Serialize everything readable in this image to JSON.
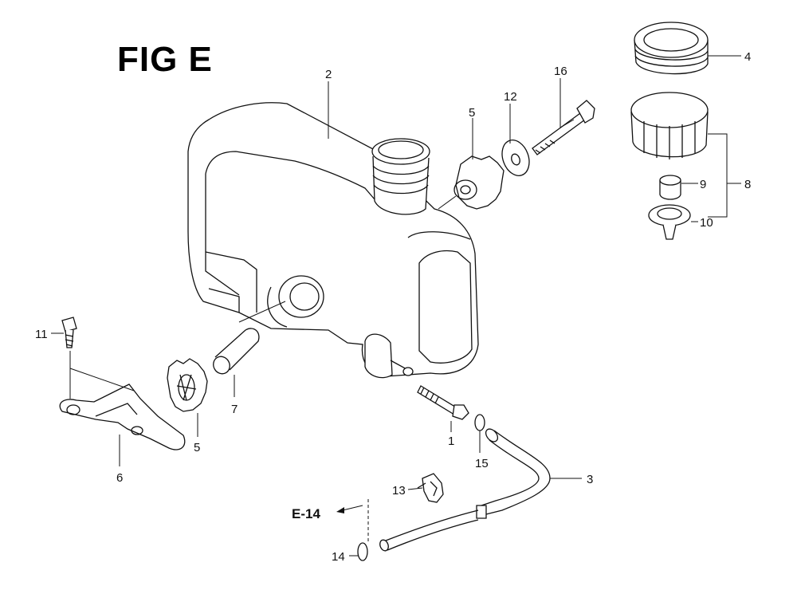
{
  "figure": {
    "title": "FIG E"
  },
  "callouts": {
    "c1": "1",
    "c2": "2",
    "c3": "3",
    "c4": "4",
    "c5a": "5",
    "c5b": "5",
    "c6": "6",
    "c7": "7",
    "c8": "8",
    "c9": "9",
    "c10": "10",
    "c11": "11",
    "c12": "12",
    "c13": "13",
    "c14": "14",
    "c15": "15",
    "c16": "16"
  },
  "reference": {
    "label": "E-14"
  }
}
